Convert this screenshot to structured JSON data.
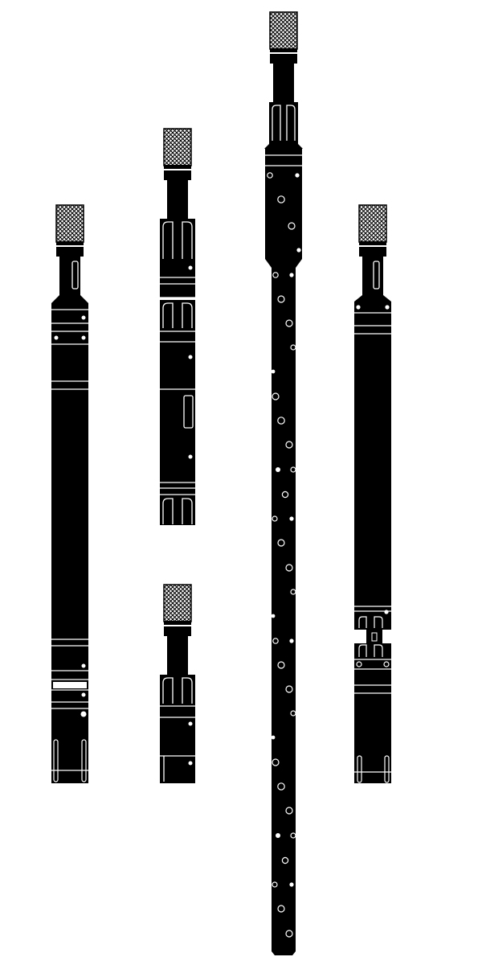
{
  "colors": {
    "background": "#ffffff",
    "ink": "#000000",
    "highlight": "#ffffff"
  },
  "tools": [
    {
      "name": "tool-a",
      "parts": [
        "mesh-cap",
        "neck",
        "bands",
        "long-housing",
        "lower-bands",
        "slotted-tip"
      ]
    },
    {
      "name": "tool-b-upper",
      "parts": [
        "mesh-cap",
        "neck",
        "hex-nut",
        "housing",
        "window",
        "hex-coupling"
      ]
    },
    {
      "name": "tool-b-lower",
      "parts": [
        "mesh-cap",
        "neck",
        "hex-nut",
        "housing",
        "end-collar"
      ]
    },
    {
      "name": "tool-c",
      "parts": [
        "mesh-cap",
        "neck",
        "hex-nut",
        "upper-housing",
        "perforated-rod"
      ]
    },
    {
      "name": "tool-d",
      "parts": [
        "mesh-cap",
        "neck",
        "bands",
        "long-housing",
        "hex-coupling",
        "slotted-tip"
      ]
    }
  ]
}
